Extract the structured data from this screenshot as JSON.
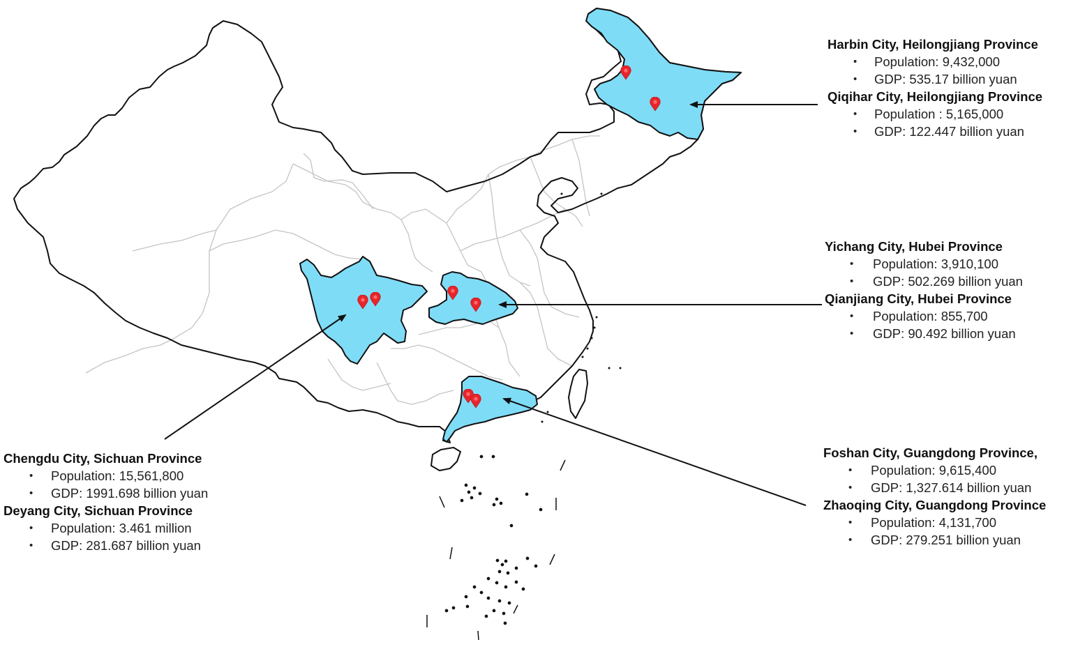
{
  "map": {
    "title": "",
    "colors": {
      "highlight_fill": "#7fdcf7",
      "national_border": "#111111",
      "province_border": "#c4c4c4",
      "marker": "#e8252b",
      "arrow": "#111111"
    },
    "highlighted_provinces": [
      "Heilongjiang",
      "Sichuan",
      "Hubei",
      "Guangdong"
    ],
    "markers": [
      {
        "city": "Harbin",
        "province": "Heilongjiang"
      },
      {
        "city": "Qiqihar",
        "province": "Heilongjiang"
      },
      {
        "city": "Chengdu",
        "province": "Sichuan"
      },
      {
        "city": "Deyang",
        "province": "Sichuan"
      },
      {
        "city": "Yichang",
        "province": "Hubei"
      },
      {
        "city": "Qianjiang",
        "province": "Hubei"
      },
      {
        "city": "Foshan",
        "province": "Guangdong"
      },
      {
        "city": "Zhaoqing",
        "province": "Guangdong"
      }
    ]
  },
  "annotations": {
    "heilongjiang": [
      {
        "title": "Harbin City,  Heilongjiang Province",
        "population": "Population: 9,432,000",
        "gdp": "GDP: 535.17 billion yuan"
      },
      {
        "title": "Qiqihar City,  Heilongjiang Province",
        "population": "Population : 5,165,000",
        "gdp": "GDP: 122.447 billion yuan"
      }
    ],
    "hubei": [
      {
        "title": "Yichang City, Hubei Province",
        "population": "Population: 3,910,100",
        "gdp": "GDP: 502.269 billion yuan"
      },
      {
        "title": "Qianjiang City, Hubei Province",
        "population": "Population: 855,700",
        "gdp": "GDP: 90.492 billion yuan"
      }
    ],
    "guangdong": [
      {
        "title": "Foshan City, Guangdong Province,",
        "population": "Population: 9,615,400",
        "gdp": "GDP: 1,327.614 billion yuan"
      },
      {
        "title": "Zhaoqing City, Guangdong Province",
        "population": "Population: 4,131,700",
        "gdp": "GDP: 279.251 billion yuan"
      }
    ],
    "sichuan": [
      {
        "title": "Chengdu City, Sichuan Province",
        "population": "Population: 15,561,800",
        "gdp": "GDP: 1991.698 billion yuan"
      },
      {
        "title": "Deyang City, Sichuan Province",
        "population": "Population: 3.461 million",
        "gdp": "GDP: 281.687 billion yuan"
      }
    ]
  }
}
